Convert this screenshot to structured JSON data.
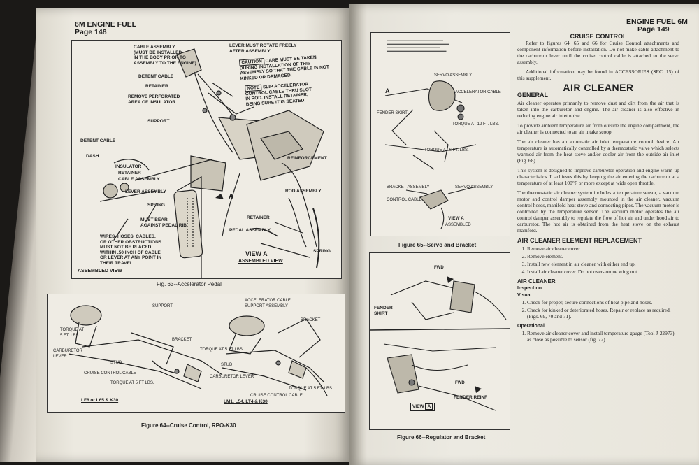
{
  "left_page": {
    "header": {
      "section": "6M ENGINE FUEL",
      "page": "Page 148"
    },
    "fig63": {
      "callouts": {
        "cable_assembly_body": "CABLE ASSEMBLY\n(MUST BE INSTALLED\nIN THE BODY PRIOR TO\nASSEMBLY TO THE ENGINE)",
        "lever_rotate": "LEVER MUST ROTATE FREELY\nAFTER ASSEMBLY",
        "caution": "CAUTION",
        "caution_text": " CARE MUST BE TAKEN\nDURING INSTALLATION OF THIS\nASSEMBLY SO THAT THE CABLE IS NOT\nKINKED OR DAMAGED.",
        "note": "NOTE",
        "note_text": " SLIP ACCELERATOR\nCONTROL CABLE THRU SLOT\nIN ROD. INSTALL RETAINER,\nBEING SURE IT IS SEATED.",
        "detent_cable_top": "DETENT CABLE",
        "retainer_top": "RETAINER",
        "remove_insulator": "REMOVE PERFORATED\nAREA OF INSULATOR",
        "support": "SUPPORT",
        "detent_cable_left": "DETENT CABLE",
        "dash": "DASH",
        "insulator": "INSULATOR",
        "retainer_left": "RETAINER",
        "cable_assembly_left": "CABLE ASSEMBLY",
        "lever_assembly": "LEVER ASSEMBLY",
        "spring_left": "SPRING",
        "must_bear": "MUST BEAR\nAGAINST PEDAL RIB",
        "wires_warning": "WIRES, HOSES, CABLES,\nOR OTHER OBSTRUCTIONS\nMUST NOT BE PLACED\nWITHIN .50 INCH OF CABLE\nOR LEVER AT ANY POINT IN\nTHEIR TRAVEL",
        "pedal_assembly": "PEDAL ASSEMBLY",
        "reinforcement": "REINFORCEMENT",
        "rod_assembly": "ROD ASSEMBLY",
        "retainer_right": "RETAINER",
        "spring_right": "SPRING",
        "view_marker": "A"
      },
      "assembled_view": "ASSEMBLED VIEW",
      "view_a": "VIEW A",
      "view_a_sub": "ASSEMBLED VIEW",
      "caption": "Fig. 63--Accelerator Pedal"
    },
    "fig64": {
      "callouts": {
        "support": "SUPPORT",
        "accel_cable_support": "ACCELERATOR CABLE\nSUPPORT ASSEMBLY",
        "bracket_right": "BRACKET",
        "torque_5_left": "TORQUE AT\n5 FT. LBS.",
        "bracket_mid": "BRACKET",
        "carburetor_lever_left": "CARBURETOR\nLEVER",
        "torque_5_mid": "TORQUE AT 5 FT LBS.",
        "stud_left": "STUD",
        "stud_mid": "STUD",
        "cruise_cable_left": "CRUISE CONTROL CABLE",
        "torque_5_bottom": "TORQUE AT 5 FT LBS.",
        "carburetor_lever_mid": "CARBURETOR LEVER",
        "torque_5_right": "TORQUE AT 5 FT. LBS.",
        "cruise_cable_right": "CRUISE CONTROL CABLE",
        "engines_left": "LF6 or L65 & K30",
        "engines_right": "LM1, L54, LT4 & K30"
      },
      "caption": "Figure 64--Cruise Control, RPO-K30"
    }
  },
  "right_page": {
    "header": {
      "section": "ENGINE FUEL 6M",
      "page": "Page 149"
    },
    "fig65": {
      "callouts": {
        "servo_assembly": "SERVO ASSEMBLY",
        "throttle_cable": "ACCELERATOR CABLE",
        "torque_12": "TORQUE AT 12 FT. LBS.",
        "torque_6": "TORQUE AT 6 FT. LBS.",
        "fender_skirt": "FENDER SKIRT",
        "bracket_assembly": "BRACKET ASSEMBLY",
        "servo_assembly_2": "SERVO ASSEMBLY",
        "control_cable": "CONTROL CABLE",
        "view_a": "VIEW A",
        "view_a_sub": "ASSEMBLED",
        "marker": "A"
      },
      "caption": "Figure 65--Servo and Bracket"
    },
    "fig66": {
      "callouts": {
        "fwd_top": "FWD",
        "fender_skirt": "FENDER\nSKIRT",
        "fwd_bottom": "FWD",
        "fender_reinf": "FENDER REINF",
        "view": "VIEW",
        "view_letter": "A"
      },
      "caption": "Figure 66--Regulator and Bracket"
    },
    "text": {
      "cruise_heading": "CRUISE CONTROL",
      "cruise_p1": "Refer to figures 64, 65 and 66 for Cruise Control attachments and component information before installation. Do not make cable attachment to the carburetor lever until the cruise control cable is attached to the servo assembly.",
      "cruise_p2": "Additional information may be found in ACCESSORIES (SEC. 15) of this supplement.",
      "air_cleaner_heading": "AIR CLEANER",
      "general_heading": "GENERAL",
      "general_p1": "Air cleaner operates primarily to remove dust and dirt from the air that is taken into the carburetor and engine. The air cleaner is also effective in reducing engine air inlet noise.",
      "general_p2": "To provide ambient temperature air from outside the engine compartment, the air cleaner is connected to an air intake scoop.",
      "general_p3": "The air cleaner has an automatic air inlet temperature control device. Air temperature is automatically controlled by a thermostatic valve which selects warmed air from the heat stove and/or cooler air from the outside air inlet (Fig. 68).",
      "general_p4": "This system is designed to improve carburetor operation and engine warm-up characteristics. It achieves this by keeping the air entering the carburetor at a temperature of at least 100°F or more except at wide open throttle.",
      "general_p5": "The thermostatic air cleaner system includes a temperature sensor, a vacuum motor and control damper assembly mounted in the air cleaner, vacuum control hoses, manifold heat stove and connecting pipes. The vacuum motor is controlled by the temperature sensor. The vacuum motor operates the air control damper assembly to regulate the flow of hot air and under hood air to carburetor. The hot air is obtained from the heat stove on the exhaust manifold.",
      "element_heading": "AIR CLEANER ELEMENT REPLACEMENT",
      "element_steps": [
        "Remove air cleaner cover.",
        "Remove element.",
        "Install new element in air cleaner with either end up.",
        "Install air cleaner cover. Do not over-torque wing nut."
      ],
      "inspection_heading": "AIR CLEANER",
      "inspection_sub": "Inspection",
      "visual_heading": "Visual",
      "visual_steps": [
        "Check for proper, secure connections of heat pipe and hoses.",
        "Check for kinked or deteriorated hoses. Repair or replace as required. (Figs. 69, 70 and 71)."
      ],
      "operational_heading": "Operational",
      "operational_steps": [
        "Remove air cleaner cover and install temperature gauge (Tool J-22973) as close as possible to sensor (fig. 72)."
      ]
    }
  }
}
